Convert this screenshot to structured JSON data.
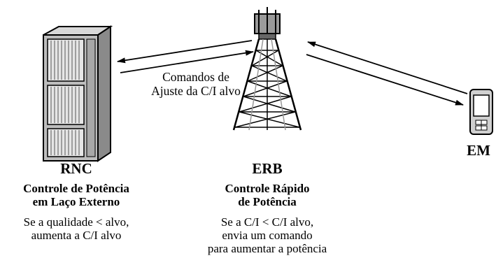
{
  "nodes": {
    "rnc": {
      "name": "RNC",
      "role_line1": "Controle de Potência",
      "role_line2": "em Laço Externo",
      "rule_line1": "Se a qualidade < alvo,",
      "rule_line2": "aumenta a C/I alvo"
    },
    "erb": {
      "name": "ERB",
      "role_line1": "Controle Rápido",
      "role_line2": "de Potência",
      "rule_line1": "Se a C/I < C/I alvo,",
      "rule_line2": "envia um comando",
      "rule_line3": "para aumentar a potência"
    },
    "em": {
      "name": "EM"
    }
  },
  "link_label": {
    "line1": "Comandos de",
    "line2": "Ajuste da C/I alvo"
  }
}
